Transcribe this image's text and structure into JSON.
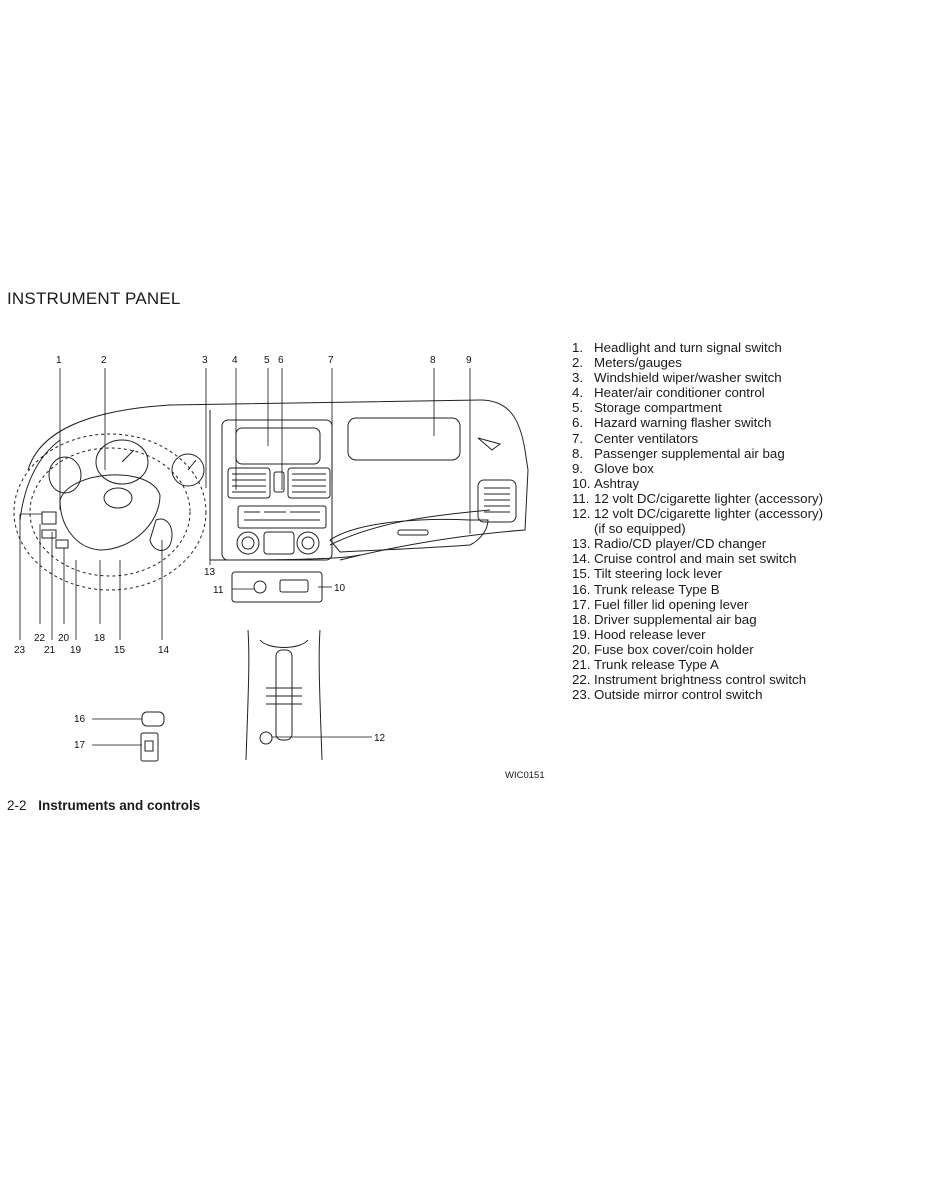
{
  "page_title": "INSTRUMENT PANEL",
  "figure_code": "WIC0151",
  "footer": {
    "page_number": "2-2",
    "section": "Instruments and controls"
  },
  "callouts": [
    "1",
    "2",
    "3",
    "4",
    "5",
    "6",
    "7",
    "8",
    "9",
    "10",
    "11",
    "12",
    "13",
    "14",
    "15",
    "16",
    "17",
    "18",
    "19",
    "20",
    "21",
    "22",
    "23"
  ],
  "legend": [
    {
      "num": "1.",
      "text": "Headlight and turn signal switch"
    },
    {
      "num": "2.",
      "text": "Meters/gauges"
    },
    {
      "num": "3.",
      "text": "Windshield wiper/washer switch"
    },
    {
      "num": "4.",
      "text": "Heater/air conditioner control"
    },
    {
      "num": "5.",
      "text": "Storage compartment"
    },
    {
      "num": "6.",
      "text": "Hazard warning flasher switch"
    },
    {
      "num": "7.",
      "text": "Center ventilators"
    },
    {
      "num": "8.",
      "text": "Passenger supplemental air bag"
    },
    {
      "num": "9.",
      "text": "Glove box"
    },
    {
      "num": "10.",
      "text": "Ashtray"
    },
    {
      "num": "11.",
      "text": "12 volt DC/cigarette lighter (accessory)"
    },
    {
      "num": "12.",
      "text": "12 volt DC/cigarette lighter (accessory)"
    },
    {
      "num": "",
      "text": "(if so equipped)"
    },
    {
      "num": "13.",
      "text": "Radio/CD player/CD changer"
    },
    {
      "num": "14.",
      "text": "Cruise control and main set switch"
    },
    {
      "num": "15.",
      "text": "Tilt steering lock lever"
    },
    {
      "num": "16.",
      "text": "Trunk release Type B"
    },
    {
      "num": "17.",
      "text": "Fuel filler lid opening lever"
    },
    {
      "num": "18.",
      "text": "Driver supplemental air bag"
    },
    {
      "num": "19.",
      "text": "Hood release lever"
    },
    {
      "num": "20.",
      "text": "Fuse box cover/coin holder"
    },
    {
      "num": "21.",
      "text": "Trunk release Type A"
    },
    {
      "num": "22.",
      "text": "Instrument brightness control switch"
    },
    {
      "num": "23.",
      "text": "Outside mirror control switch"
    }
  ]
}
